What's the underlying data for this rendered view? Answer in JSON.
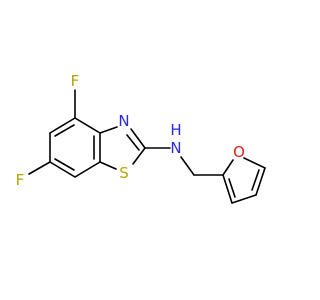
{
  "molecule": {
    "atoms": {
      "fluorine_top": {
        "symbol": "F",
        "color": "#b3a100"
      },
      "fluorine_left": {
        "symbol": "F",
        "color": "#b3a100"
      },
      "thiazole_nitrogen": {
        "symbol": "N",
        "color": "#2a2adc"
      },
      "thiazole_sulfur": {
        "symbol": "S",
        "color": "#b9a600"
      },
      "amine_nitrogen": {
        "symbol": "N",
        "color": "#2a2adc"
      },
      "amine_hydrogen": {
        "symbol": "H",
        "color": "#2a2adc"
      },
      "furan_oxygen": {
        "symbol": "O",
        "color": "#e0201b"
      }
    },
    "bond_color": "#000000"
  }
}
